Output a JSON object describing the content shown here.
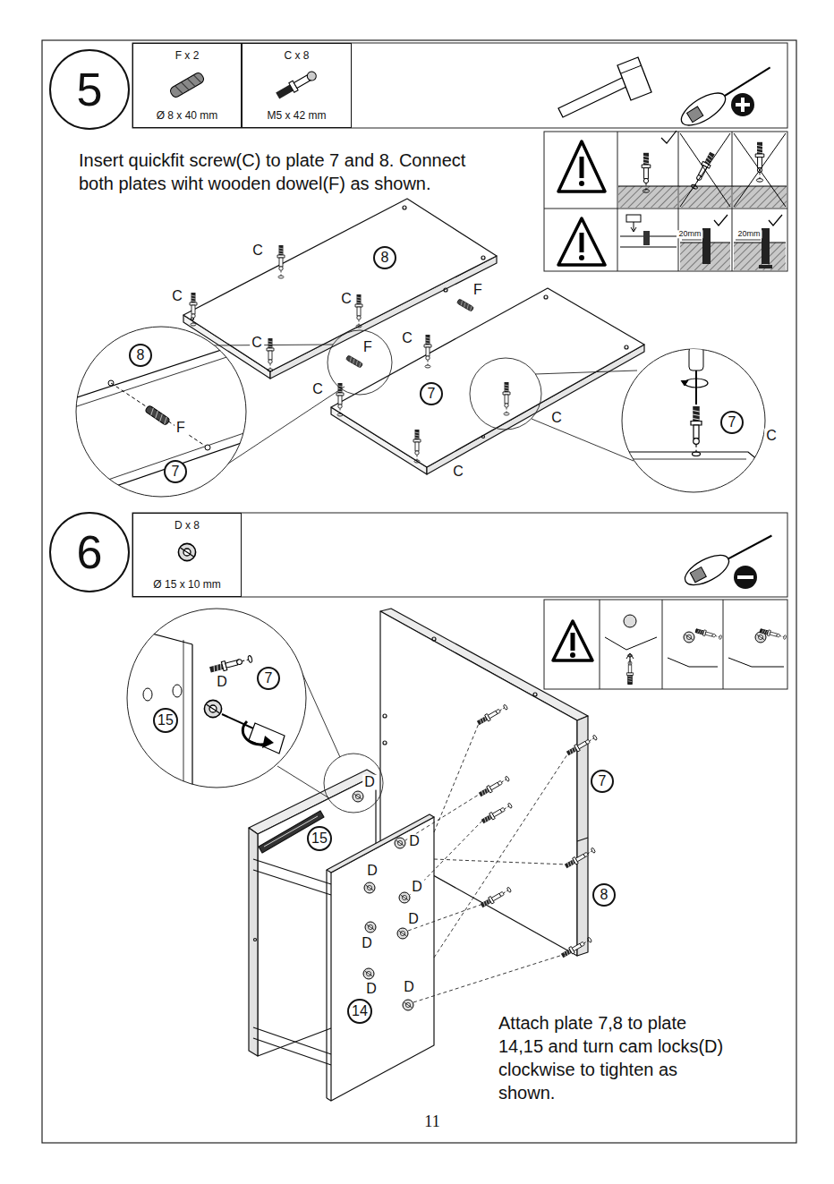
{
  "diagram": {
    "nodes": [
      {
        "text": [
          "5"
        ]
      },
      {
        "text": [
          "F x 2",
          "Ø 8 x 40 mm"
        ]
      },
      {
        "text": [
          "C x 8",
          "M5 x 42 mm"
        ]
      },
      {
        "text": [
          "8"
        ]
      },
      {
        "text": [
          "8"
        ]
      },
      {
        "text": [
          "7"
        ]
      },
      {
        "text": [
          "7"
        ]
      },
      {
        "text": [
          "7"
        ]
      },
      {
        "text": [
          "6"
        ]
      },
      {
        "text": [
          "D x 8",
          "Ø 15 x 10 mm"
        ]
      },
      {
        "text": [
          "7"
        ]
      },
      {
        "text": [
          "15"
        ]
      },
      {
        "text": [
          "7"
        ]
      },
      {
        "text": [
          "8"
        ]
      },
      {
        "text": [
          "15"
        ]
      },
      {
        "text": [
          "14"
        ]
      }
    ],
    "labels": [
      "Insert quickfit screw(C) to plate 7 and 8. Connect both plates wiht wooden dowel(F) as shown.",
      "20mm",
      "20mm",
      "C",
      "C",
      "C",
      "C",
      "F",
      "F",
      "C",
      "C",
      "C",
      "C",
      "F",
      "C",
      "D",
      "D",
      "D",
      "D",
      "D",
      "D",
      "D",
      "D",
      "D",
      "Attach plate 7,8 to plate 14,15 and turn cam locks(D) clockwise to tighten as shown.",
      "11"
    ]
  }
}
